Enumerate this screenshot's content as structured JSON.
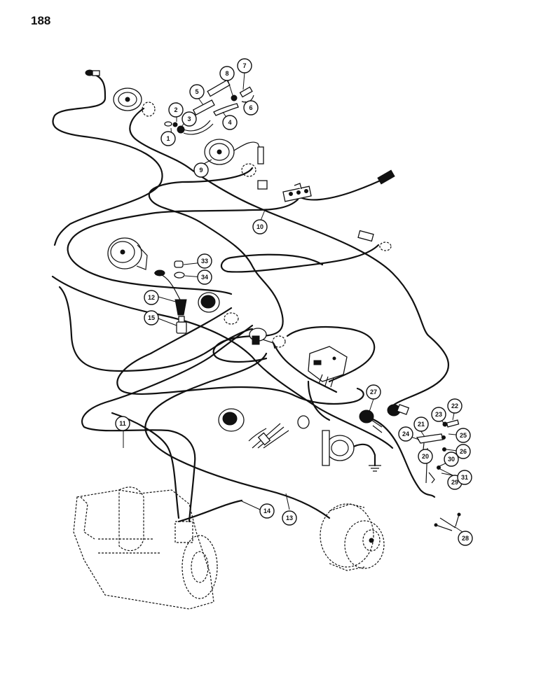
{
  "page": {
    "number": "188"
  },
  "callouts": [
    {
      "id": "c1",
      "label": "1"
    },
    {
      "id": "c2",
      "label": "2"
    },
    {
      "id": "c3",
      "label": "3"
    },
    {
      "id": "c4",
      "label": "4"
    },
    {
      "id": "c5",
      "label": "5"
    },
    {
      "id": "c6",
      "label": "6"
    },
    {
      "id": "c7",
      "label": "7"
    },
    {
      "id": "c8",
      "label": "8"
    },
    {
      "id": "c9",
      "label": "9"
    },
    {
      "id": "c10",
      "label": "10"
    },
    {
      "id": "c11",
      "label": "11"
    },
    {
      "id": "c12",
      "label": "12"
    },
    {
      "id": "c13",
      "label": "13"
    },
    {
      "id": "c14",
      "label": "14"
    },
    {
      "id": "c15",
      "label": "15"
    },
    {
      "id": "c20",
      "label": "20"
    },
    {
      "id": "c21",
      "label": "21"
    },
    {
      "id": "c22",
      "label": "22"
    },
    {
      "id": "c23",
      "label": "23"
    },
    {
      "id": "c24",
      "label": "24"
    },
    {
      "id": "c25",
      "label": "25"
    },
    {
      "id": "c26",
      "label": "26"
    },
    {
      "id": "c27",
      "label": "27"
    },
    {
      "id": "c28",
      "label": "28"
    },
    {
      "id": "c29",
      "label": "29"
    },
    {
      "id": "c30",
      "label": "30"
    },
    {
      "id": "c31",
      "label": "31"
    },
    {
      "id": "c33",
      "label": "33"
    },
    {
      "id": "c34",
      "label": "34"
    }
  ]
}
